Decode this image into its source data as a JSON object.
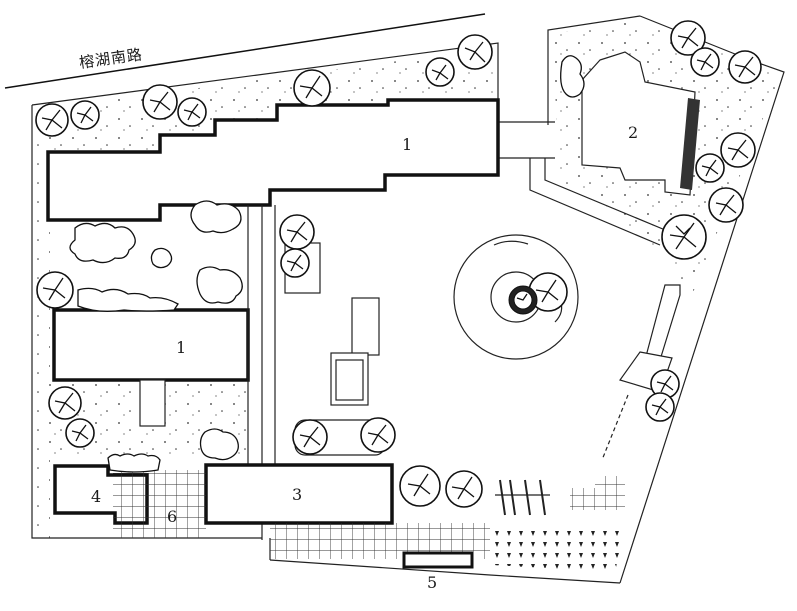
{
  "road_label": "榕湖南路",
  "labels": {
    "b1_top": "1",
    "b1_mid": "1",
    "b2": "2",
    "b3": "3",
    "b4": "4",
    "b5": "5",
    "b6": "6"
  }
}
